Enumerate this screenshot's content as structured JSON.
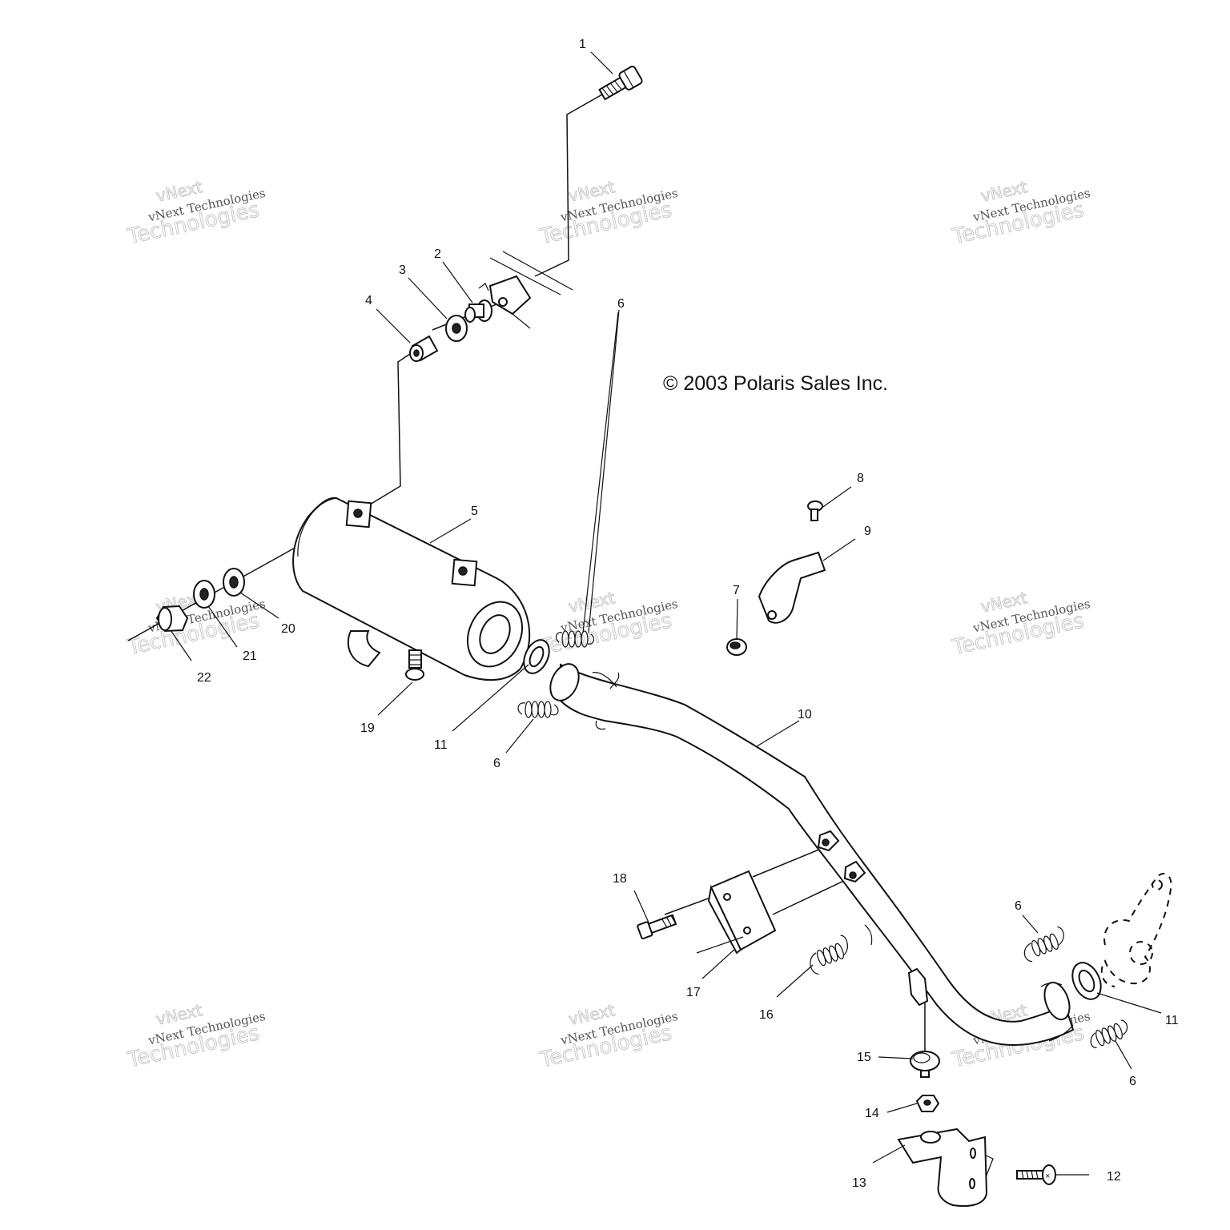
{
  "copyright": "© 2003 Polaris Sales Inc.",
  "watermark": {
    "line1": "vNext",
    "line2": "vNext Technologies",
    "line3": "Technologies"
  },
  "callouts": {
    "c1": "1",
    "c2": "2",
    "c3": "3",
    "c4": "4",
    "c5": "5",
    "c6a": "6",
    "c6b": "6",
    "c6c": "6",
    "c6d": "6",
    "c7": "7",
    "c8": "8",
    "c9": "9",
    "c10": "10",
    "c11a": "11",
    "c11b": "11",
    "c12": "12",
    "c13": "13",
    "c14": "14",
    "c15": "15",
    "c16": "16",
    "c17": "17",
    "c18": "18",
    "c19": "19",
    "c20": "20",
    "c21": "21",
    "c22": "22"
  }
}
